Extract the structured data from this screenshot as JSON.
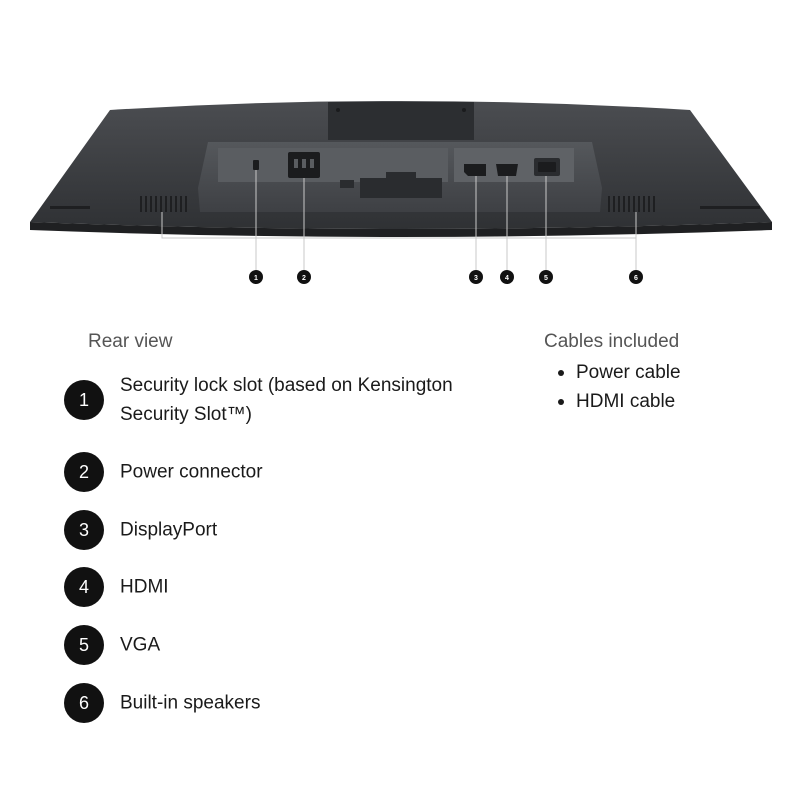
{
  "rear_view": {
    "title": "Rear view",
    "items": [
      {
        "number": "1",
        "label": "Security lock slot (based on Kensington Security Slot™)"
      },
      {
        "number": "2",
        "label": "Power connector"
      },
      {
        "number": "3",
        "label": "DisplayPort"
      },
      {
        "number": "4",
        "label": "HDMI"
      },
      {
        "number": "5",
        "label": "VGA"
      },
      {
        "number": "6",
        "label": "Built-in speakers"
      }
    ]
  },
  "cables": {
    "title": "Cables included",
    "items": [
      "Power cable",
      "HDMI cable"
    ]
  },
  "colors": {
    "badge": "#111111",
    "monitor_body": "#3a3c3f",
    "monitor_panel": "#4a4c50"
  }
}
